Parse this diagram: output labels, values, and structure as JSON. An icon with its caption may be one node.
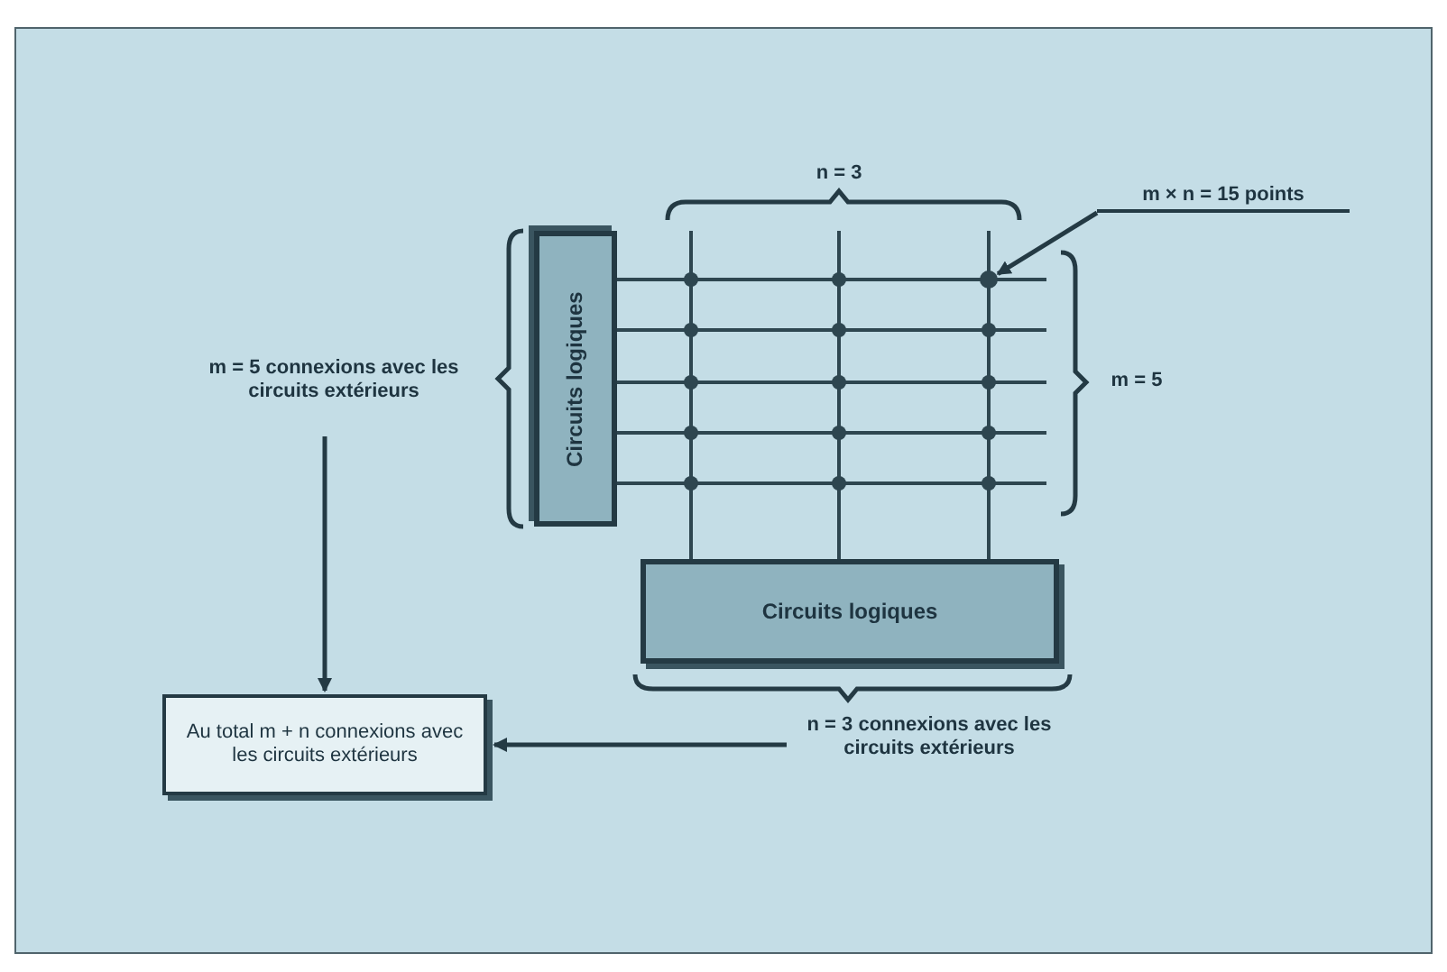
{
  "diagram": {
    "nodes": [
      {
        "text": [
          "Circuits logiques"
        ]
      },
      {
        "text": [
          "Circuits logiques"
        ]
      },
      {
        "text": [],
        "shape": "circle"
      },
      {
        "text": [
          "m × n = 15 points"
        ]
      },
      {
        "text": [
          "m = 5 connexions avec les circuits extérieurs"
        ]
      },
      {
        "text": [
          "n = 3 connexions avec les circuits extérieurs"
        ]
      },
      {
        "text": [
          "Au total m + n connexions avec les circuits extérieurs"
        ]
      }
    ],
    "edges": [
      {
        "from": 3,
        "to": 2,
        "arrow": "to"
      },
      {
        "from": 4,
        "to": 6,
        "arrow": "to"
      },
      {
        "from": 5,
        "to": 6,
        "arrow": "to"
      }
    ],
    "labels": [
      "n = 3",
      "m = 5"
    ]
  }
}
